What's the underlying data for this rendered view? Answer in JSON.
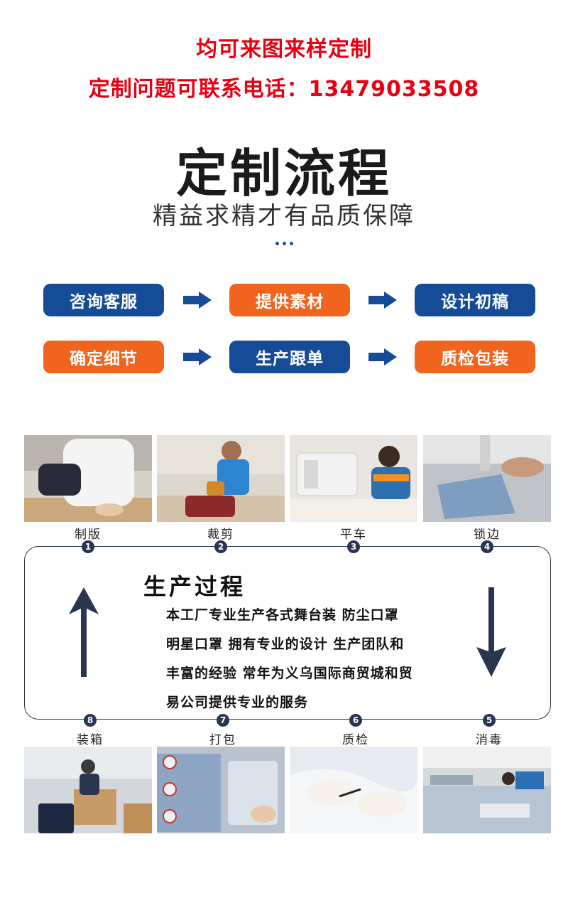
{
  "header": {
    "line1": "均可来图来样定制",
    "line2": "定制问题可联系电话：13479033508"
  },
  "section": {
    "title": "定制流程",
    "subtitle": "精益求精才有品质保障"
  },
  "flow": {
    "row1": [
      "咨询客服",
      "提供素材",
      "设计初稿"
    ],
    "row2": [
      "确定细节",
      "生产跟单",
      "质检包装"
    ],
    "colors": {
      "blue": "#164c97",
      "orange": "#f0641e"
    }
  },
  "process": {
    "top_steps": [
      {
        "label": "制版",
        "num": "1"
      },
      {
        "label": "裁剪",
        "num": "2"
      },
      {
        "label": "平车",
        "num": "3"
      },
      {
        "label": "锁边",
        "num": "4"
      }
    ],
    "bottom_steps": [
      {
        "label": "装箱",
        "num": "8"
      },
      {
        "label": "打包",
        "num": "7"
      },
      {
        "label": "质检",
        "num": "6"
      },
      {
        "label": "消毒",
        "num": "5"
      }
    ],
    "title": "生产过程",
    "lines": [
      "本工厂专业生产各式舞台装  防尘口罩",
      "明星口罩  拥有专业的设计  生产团队和",
      "丰富的经验  常年为义乌国际商贸城和贸",
      "易公司提供专业的服务"
    ]
  }
}
